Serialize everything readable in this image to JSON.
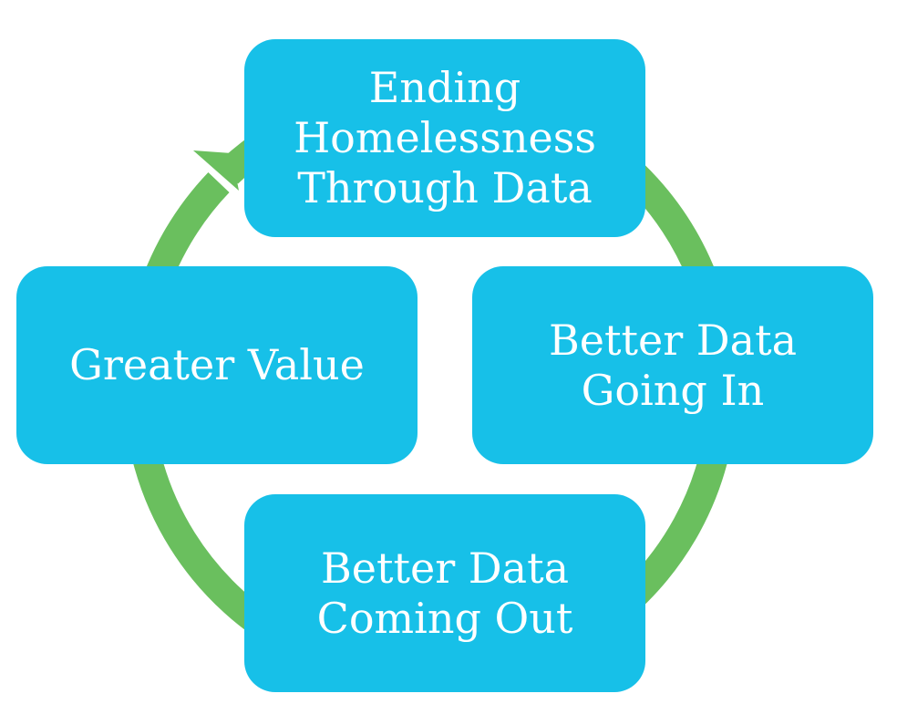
{
  "colors": {
    "box": "#17c0e8",
    "arrow": "#6abf5e",
    "text": "#ffffff"
  },
  "cycle": {
    "top": {
      "lines": [
        "Ending",
        "Homelessness",
        "Through Data"
      ]
    },
    "right": {
      "lines": [
        "Better Data",
        "Going In"
      ]
    },
    "bottom": {
      "lines": [
        "Better Data",
        "Coming Out"
      ]
    },
    "left": {
      "lines": [
        "Greater Value"
      ]
    }
  }
}
